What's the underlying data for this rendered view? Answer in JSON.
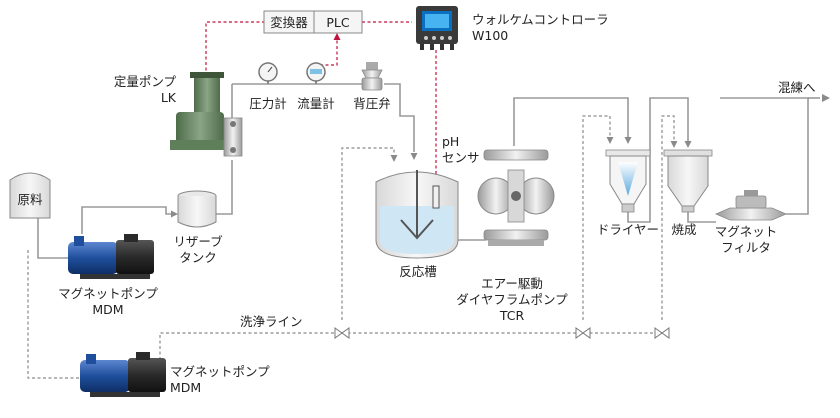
{
  "labels": {
    "converter": "変換器",
    "plc": "PLC",
    "controller_l1": "ウォルケムコントローラ",
    "controller_l2": "W100",
    "metering_pump_l1": "定量ポンプ",
    "metering_pump_l2": "LK",
    "pressure_gauge": "圧力計",
    "flow_meter": "流量計",
    "back_pressure_valve": "背圧弁",
    "raw_material": "原料",
    "reserve_tank_l1": "リザーブ",
    "reserve_tank_l2": "タンク",
    "reactor": "反応槽",
    "ph_sensor_l1": "pH",
    "ph_sensor_l2": "センサ",
    "aodd_l1": "エアー駆動",
    "aodd_l2": "ダイヤフラムポンプ",
    "aodd_l3": "TCR",
    "dryer": "ドライヤー",
    "firing": "焼成",
    "mag_filter_l1": "マグネット",
    "mag_filter_l2": "フィルタ",
    "kneading": "混練へ",
    "mag_pump_1_l1": "マグネットポンプ",
    "mag_pump_1_l2": "MDM",
    "wash_line": "洗浄ライン",
    "mag_pump_2_l1": "マグネットポンプ",
    "mag_pump_2_l2": "MDM"
  },
  "colors": {
    "pipe": "#9a9a9a",
    "signal_line": "#c0143c",
    "pump_blue": "#1f4f9c",
    "pump_green": "#5f7f5a",
    "tank_fill": "#eeeeee",
    "liquid_blue": "#cfe6f5"
  }
}
